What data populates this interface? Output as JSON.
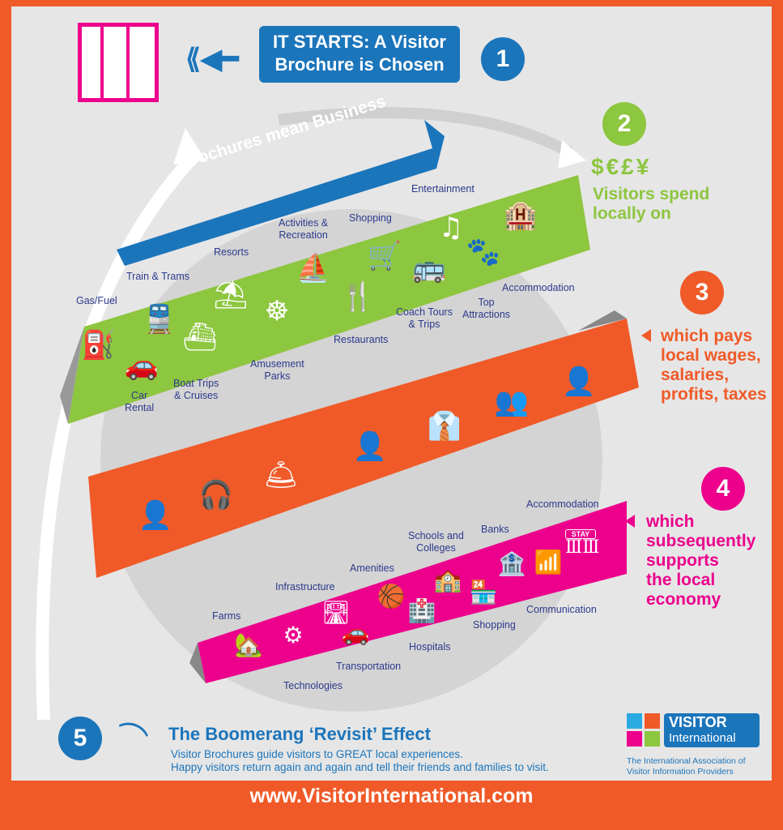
{
  "header": {
    "title_line1": "IT STARTS: A Visitor",
    "title_line2": "Brochure is Chosen"
  },
  "steps": {
    "s1": "1",
    "s2": "2",
    "s3": "3",
    "s4": "4",
    "s5": "5"
  },
  "banner": "Brochures mean Business",
  "currency": "$€£¥",
  "side": {
    "spend": [
      "Visitors spend",
      "locally on"
    ],
    "wages": [
      "which pays",
      "local wages,",
      "salaries,",
      "profits, taxes"
    ],
    "economy": [
      "which",
      "subsequently",
      "supports",
      "the local",
      "economy"
    ]
  },
  "spend_items": [
    "Gas/Fuel",
    "Train & Trams",
    "Resorts",
    "Activities &",
    "Recreation",
    "Shopping",
    "Entertainment",
    "Car",
    "Rental",
    "Boat Trips",
    "& Cruises",
    "Amusement",
    "Parks",
    "Restaurants",
    "Coach Tours",
    "& Trips",
    "Top",
    "Attractions",
    "Accommodation"
  ],
  "economy_items": [
    "Farms",
    "Infrastructure",
    "Amenities",
    "Schools and",
    "Colleges",
    "Banks",
    "Accommodation",
    "Technologies",
    "Transportation",
    "Hospitals",
    "Shopping",
    "Communication"
  ],
  "stay_sign": "STAY",
  "footer": {
    "title": "The Boomerang ‘Revisit’ Effect",
    "line1": "Visitor Brochures guide visitors to GREAT local experiences.",
    "line2": "Happy visitors return again and again and tell their friends and families to visit.",
    "logo_line1": "VISITOR",
    "logo_line2": "International",
    "tag1": "The International Association of",
    "tag2": "Visitor Information Providers"
  },
  "url": "www.VisitorInternational.com",
  "colors": {
    "blue": "#1b75bb",
    "green": "#8dc63f",
    "orange": "#f05a28",
    "pink": "#ec008c",
    "navy": "#2b3a8c"
  }
}
